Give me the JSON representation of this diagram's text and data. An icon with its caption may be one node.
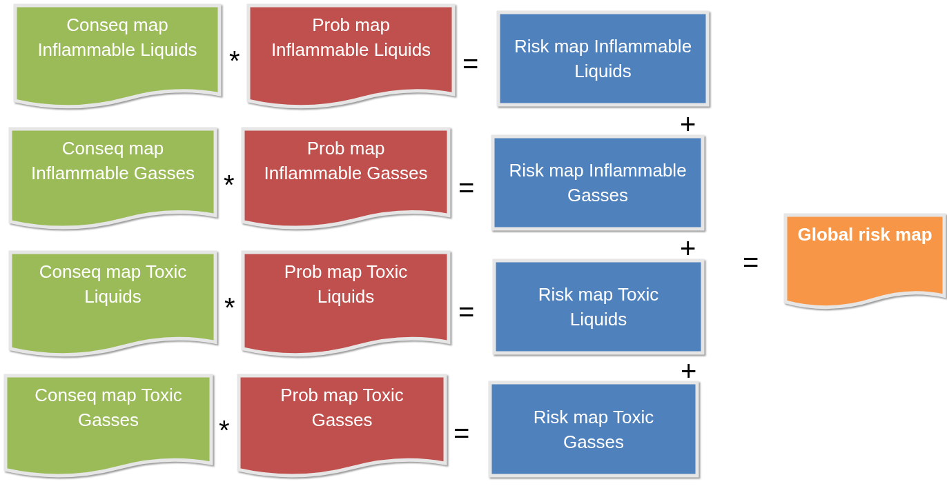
{
  "diagram": {
    "nodes": [
      {
        "text": [
          "Conseq map Inflammable Liquids"
        ]
      },
      {
        "text": [
          "Prob map Inflammable Liquids"
        ]
      },
      {
        "text": [
          "Risk map Inflammable Liquids"
        ]
      },
      {
        "text": [
          "Conseq map Inflammable Gasses"
        ]
      },
      {
        "text": [
          "Prob map Inflammable Gasses"
        ]
      },
      {
        "text": [
          "Risk map Inflammable Gasses"
        ]
      },
      {
        "text": [
          "Conseq map Toxic Liquids"
        ]
      },
      {
        "text": [
          "Prob map Toxic Liquids"
        ]
      },
      {
        "text": [
          "Risk map Toxic Liquids"
        ]
      },
      {
        "text": [
          "Conseq map Toxic Gasses"
        ]
      },
      {
        "text": [
          "Prob map Toxic Gasses"
        ]
      },
      {
        "text": [
          "Risk map Toxic Gasses"
        ]
      },
      {
        "text": [
          "Global risk map"
        ]
      }
    ],
    "labels": [
      "*",
      "=",
      "+",
      "*",
      "=",
      "+",
      "=",
      "*",
      "=",
      "+",
      "*",
      "="
    ]
  }
}
